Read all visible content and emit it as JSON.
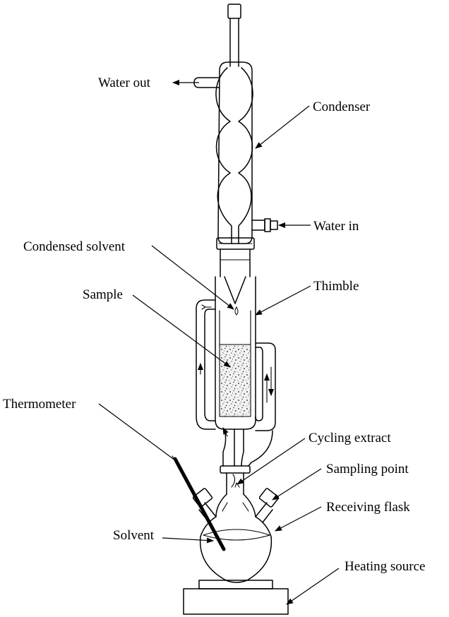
{
  "labels": {
    "water_out": "Water out",
    "condenser": "Condenser",
    "water_in": "Water in",
    "condensed_solvent": "Condensed solvent",
    "thimble": "Thimble",
    "sample": "Sample",
    "thermometer": "Thermometer",
    "cycling_extract": "Cycling extract",
    "sampling_point": "Sampling point",
    "receiving_flask": "Receiving flask",
    "solvent": "Solvent",
    "heating_source": "Heating source"
  },
  "colors": {
    "line": "#000000",
    "background": "#ffffff",
    "sample_fill": "#f2f2f2"
  }
}
